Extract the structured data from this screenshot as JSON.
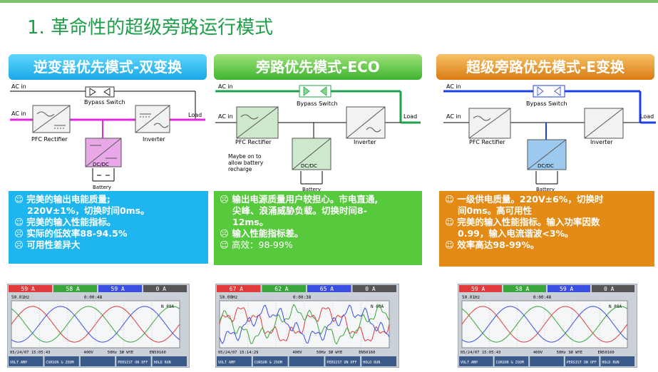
{
  "title": "1.  革命性的超级旁路运行模式",
  "sections": [
    {
      "header": "逆变器优先模式-双变换",
      "diagram": {
        "ac_in_top": "AC in",
        "ac_in": "AC in",
        "bypass": "Bypass Switch",
        "load": "Load",
        "pfc": "PFC Rectifier",
        "inverter": "Inverter",
        "dcdc": "DC/DC",
        "battery": "Battery"
      },
      "bullets": [
        {
          "icon": "☺",
          "text": "完美的输出电能质量;"
        },
        {
          "icon": "",
          "text": "220V±1%，切换时间0ms。"
        },
        {
          "icon": "☺",
          "text": "完美的输入性能指标。"
        },
        {
          "icon": "☹",
          "text": "实际的低效率88-94.5%"
        },
        {
          "icon": "☹",
          "text": "可用性差异大"
        }
      ],
      "scope": {
        "ch": [
          "59 A",
          "58 A",
          "59 A",
          "0 A"
        ],
        "freq": "50.01Hz",
        "time": "0:00:48",
        "load": "N 88A",
        "date": "05/24/07",
        "clock": "15:05:43",
        "volt": "400V",
        "hz": "50Hz 3Ø WYE",
        "model": "EN50160",
        "buttons": [
          "VOLT AMP",
          "CURSOR & ZOOM",
          "",
          "PERSIST ON OFF",
          "HOLD RUN"
        ]
      }
    },
    {
      "header": "旁路优先模式-ECO",
      "diagram": {
        "ac_in_top": "AC in",
        "ac_in": "AC in",
        "bypass": "Bypass Switch",
        "load": "Load",
        "pfc": "PFC Rectifier",
        "inverter": "Inverter",
        "dcdc": "DC/DC",
        "battery": "Battery",
        "note": [
          "Maybe on to",
          "allow battery",
          "recharge"
        ]
      },
      "bullets": [
        {
          "icon": "☹",
          "text": "输出电源质量用户较担心。市电直通,"
        },
        {
          "icon": "",
          "text": "尖峰、浪涌威胁负载。切换时间8-"
        },
        {
          "icon": "",
          "text": "12ms。"
        },
        {
          "icon": "☹",
          "text": "输入性能指标差。"
        },
        {
          "icon": "☺",
          "text": "高效：98-99%"
        }
      ],
      "scope": {
        "ch": [
          "67 A",
          "62 A",
          "65 A",
          "0 A"
        ],
        "freq": "50.00Hz",
        "time": "0:00:38",
        "load": "N 60A",
        "date": "05/24/07",
        "clock": "15:14:29",
        "volt": "400V",
        "hz": "50Hz 3Ø WYE",
        "model": "EN50160",
        "buttons": [
          "VOLT AMP",
          "CURSOR & ZOOM",
          "",
          "PERSIST ON OFF",
          "HOLD RUN"
        ]
      }
    },
    {
      "header": "超级旁路优先模式-E变换",
      "diagram": {
        "ac_in_top": "AC in",
        "ac_in": "AC in",
        "bypass": "Bypass Switch",
        "load": "Load",
        "pfc": "PFC Rectifier",
        "inverter": "Inverter",
        "dcdc": "DC/DC",
        "battery": "Battery"
      },
      "bullets": [
        {
          "icon": "☺",
          "text": "一级供电质量。220V±6%，切换时"
        },
        {
          "icon": "",
          "text": "间0ms。高可用性"
        },
        {
          "icon": "☺",
          "text": "完美的输入性能指标。输入功率因数"
        },
        {
          "icon": "",
          "text": "0.99，输入电流谐波<3%。"
        },
        {
          "icon": "☺",
          "text": "效率高达98-99%。"
        }
      ],
      "scope": {
        "ch": [
          "59 A",
          "58 A",
          "59 A",
          "0 A"
        ],
        "freq": "50.01Hz",
        "time": "0:00:48",
        "load": "N 88A",
        "date": "05/24/07",
        "clock": "15:05:43",
        "volt": "400V",
        "hz": "50Hz 3Ø WYE",
        "model": "EN50160",
        "buttons": [
          "VOLT AMP",
          "CURSOR & ZOOM",
          "",
          "PERSIST ON OFF",
          "HOLD RUN"
        ]
      }
    }
  ],
  "colors": {
    "flow_blue_section": "#e528e0",
    "flow_green_section": "#1fa24a",
    "flow_orange_section": "#1d3fe8",
    "phase1": "#e03a3a",
    "phase2": "#3aa53a",
    "phase3": "#3a4fe0"
  }
}
